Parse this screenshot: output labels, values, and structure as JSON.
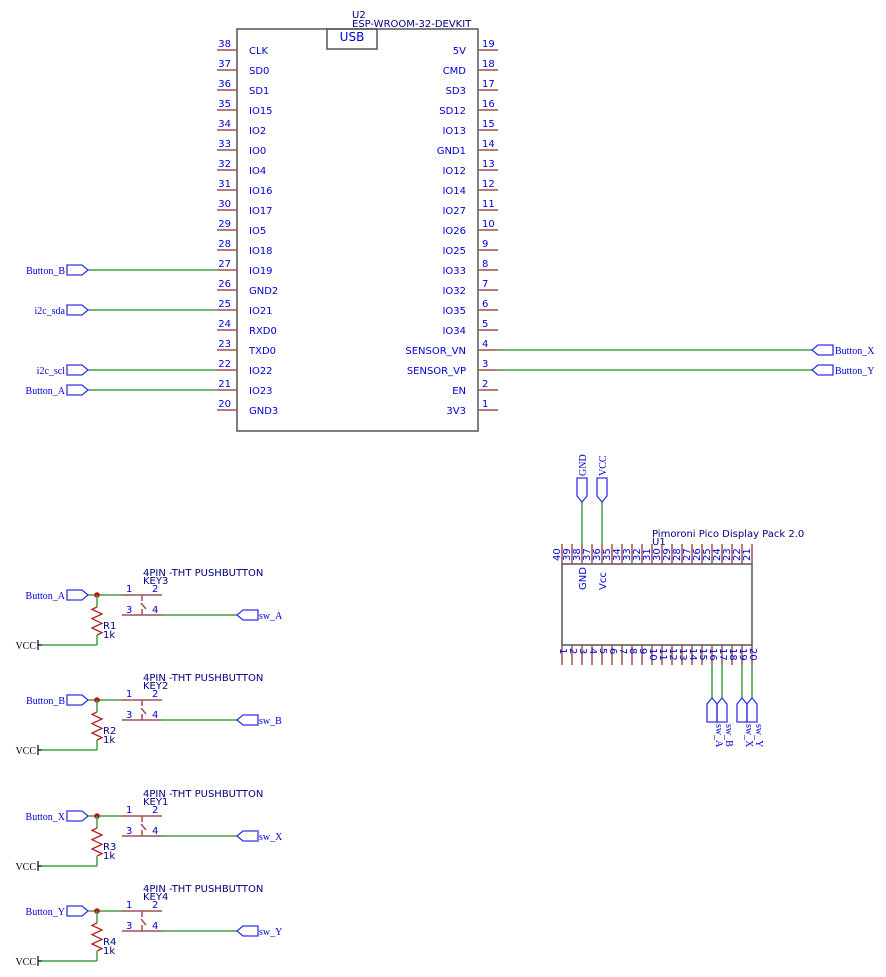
{
  "esp": {
    "ref": "U2",
    "value": "ESP-WROOM-32-DEVKIT",
    "usb_label": "USB",
    "left_pins": [
      {
        "num": "38",
        "name": "CLK"
      },
      {
        "num": "37",
        "name": "SD0"
      },
      {
        "num": "36",
        "name": "SD1"
      },
      {
        "num": "35",
        "name": "IO15"
      },
      {
        "num": "34",
        "name": "IO2"
      },
      {
        "num": "33",
        "name": "IO0"
      },
      {
        "num": "32",
        "name": "IO4"
      },
      {
        "num": "31",
        "name": "IO16"
      },
      {
        "num": "30",
        "name": "IO17"
      },
      {
        "num": "29",
        "name": "IO5"
      },
      {
        "num": "28",
        "name": "IO18"
      },
      {
        "num": "27",
        "name": "IO19",
        "net": "Button_B"
      },
      {
        "num": "26",
        "name": "GND2"
      },
      {
        "num": "25",
        "name": "IO21",
        "net": "i2c_sda"
      },
      {
        "num": "24",
        "name": "RXD0"
      },
      {
        "num": "23",
        "name": "TXD0"
      },
      {
        "num": "22",
        "name": "IO22",
        "net": "i2c_scl"
      },
      {
        "num": "21",
        "name": "IO23",
        "net": "Button_A"
      },
      {
        "num": "20",
        "name": "GND3"
      }
    ],
    "right_pins": [
      {
        "num": "19",
        "name": "5V"
      },
      {
        "num": "18",
        "name": "CMD"
      },
      {
        "num": "17",
        "name": "SD3"
      },
      {
        "num": "16",
        "name": "SD12"
      },
      {
        "num": "15",
        "name": "IO13"
      },
      {
        "num": "14",
        "name": "GND1"
      },
      {
        "num": "13",
        "name": "IO12"
      },
      {
        "num": "12",
        "name": "IO14"
      },
      {
        "num": "11",
        "name": "IO27"
      },
      {
        "num": "10",
        "name": "IO26"
      },
      {
        "num": "9",
        "name": "IO25"
      },
      {
        "num": "8",
        "name": "IO33"
      },
      {
        "num": "7",
        "name": "IO32"
      },
      {
        "num": "6",
        "name": "IO35"
      },
      {
        "num": "5",
        "name": "IO34"
      },
      {
        "num": "4",
        "name": "SENSOR_VN",
        "net": "Button_X"
      },
      {
        "num": "3",
        "name": "SENSOR_VP",
        "net": "Button_Y"
      },
      {
        "num": "2",
        "name": "EN"
      },
      {
        "num": "1",
        "name": "3V3"
      }
    ]
  },
  "display": {
    "ref": "U1",
    "value": "Pimoroni Pico Display Pack 2.0",
    "top_pins": [
      "40",
      "39",
      "38",
      "37",
      "36",
      "35",
      "34",
      "33",
      "32",
      "31",
      "30",
      "29",
      "28",
      "27",
      "26",
      "25",
      "24",
      "23",
      "22",
      "21"
    ],
    "bottom_pins": [
      "1",
      "2",
      "3",
      "4",
      "5",
      "6",
      "7",
      "8",
      "9",
      "10",
      "11",
      "12",
      "13",
      "14",
      "15",
      "16",
      "17",
      "18",
      "19",
      "20"
    ],
    "pin_names": {
      "38": "GND",
      "36": "Vcc"
    },
    "top_nets": {
      "38": "GND",
      "36": "VCC"
    },
    "bottom_nets": {
      "16": "sw_A",
      "17": "sw_B",
      "19": "sw_X",
      "20": "sw_Y"
    }
  },
  "buttons": [
    {
      "key": "KEY3",
      "value": "4PIN -THT PUSHBUTTON",
      "input_net": "Button_A",
      "output_net": "sw_A",
      "resistor": "R1",
      "resistor_value": "1k",
      "power": "VCC",
      "pins": [
        "1",
        "2",
        "3",
        "4"
      ]
    },
    {
      "key": "KEY2",
      "value": "4PIN -THT PUSHBUTTON",
      "input_net": "Button_B",
      "output_net": "sw_B",
      "resistor": "R2",
      "resistor_value": "1k",
      "power": "VCC",
      "pins": [
        "1",
        "2",
        "3",
        "4"
      ]
    },
    {
      "key": "KEY1",
      "value": "4PIN -THT PUSHBUTTON",
      "input_net": "Button_X",
      "output_net": "sw_X",
      "resistor": "R3",
      "resistor_value": "1k",
      "power": "VCC",
      "pins": [
        "1",
        "2",
        "3",
        "4"
      ]
    },
    {
      "key": "KEY4",
      "value": "4PIN -THT PUSHBUTTON",
      "input_net": "Button_Y",
      "output_net": "sw_Y",
      "resistor": "R4",
      "resistor_value": "1k",
      "power": "VCC",
      "pins": [
        "1",
        "2",
        "3",
        "4"
      ]
    }
  ]
}
